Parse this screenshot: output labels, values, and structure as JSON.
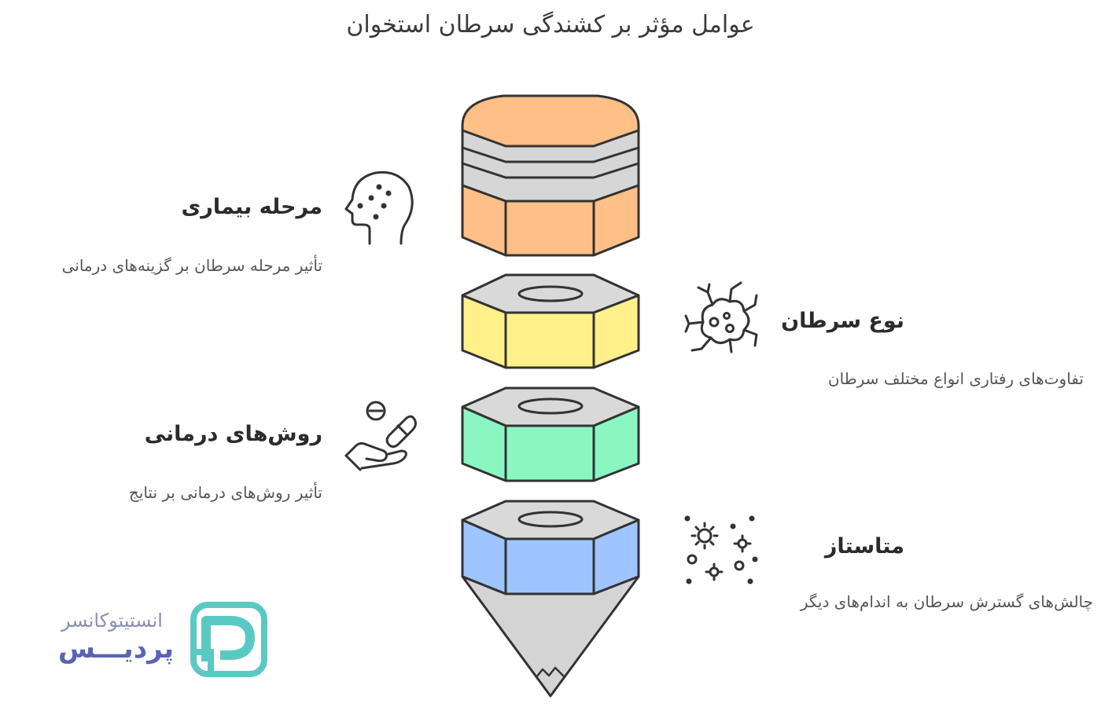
{
  "title": "عوامل مؤثر بر کشندگی سرطان استخوان",
  "items": [
    {
      "heading": "مرحله بیماری",
      "description": "تأثیر مرحله سرطان بر گزینه‌های درمانی",
      "icon": "patient-head-icon",
      "color": "#ffbf87"
    },
    {
      "heading": "نوع سرطان",
      "description": "تفاوت‌های رفتاری انواع مختلف سرطان",
      "icon": "cancer-cell-icon",
      "color": "#fff08a"
    },
    {
      "heading": "روش‌های درمانی",
      "description": "تأثیر روش‌های درمانی بر نتایج",
      "icon": "hand-pills-icon",
      "color": "#8af7c3"
    },
    {
      "heading": "متاستاز",
      "description": "چالش‌های گسترش سرطان به اندام‌های دیگر",
      "icon": "spreading-cells-icon",
      "color": "#9ec5ff"
    }
  ],
  "brand": {
    "line1": "انستیتوکانسر",
    "line2": "پردیـــس",
    "logo_letter": "P",
    "accent": "#5bc9c3"
  }
}
